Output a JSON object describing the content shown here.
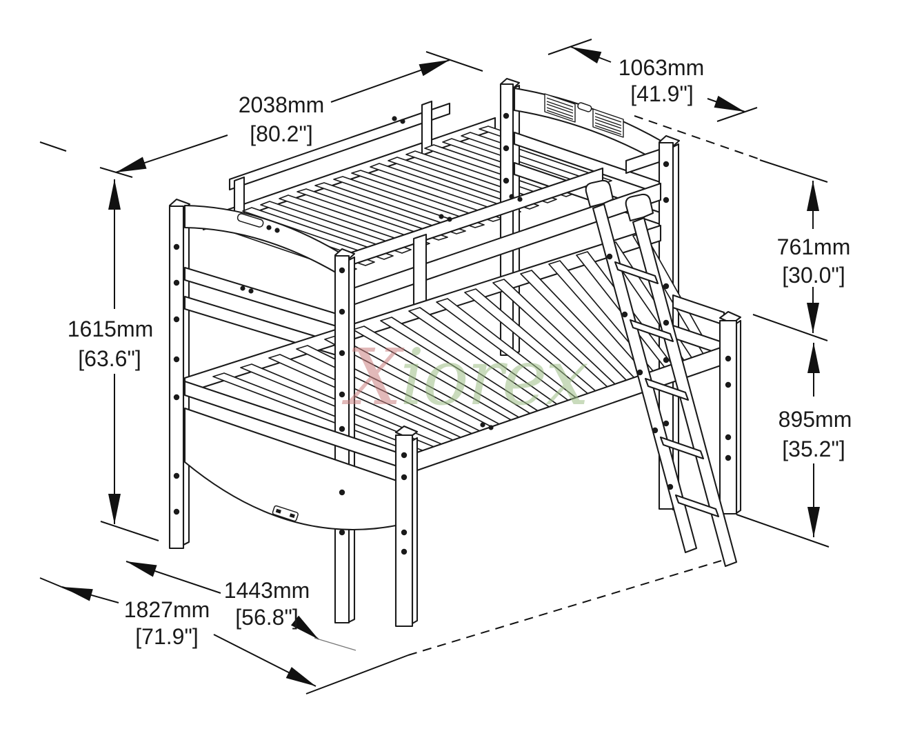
{
  "diagram": {
    "title": "Twin over full bunk bed dimension drawing",
    "watermark": {
      "prefix": "X",
      "suffix": "iorex"
    },
    "colors": {
      "line": "#1a1a1a",
      "dimension": "#111111",
      "watermark_x": "#cb7f7f",
      "watermark_rest": "#9cbd85"
    },
    "dimensions": {
      "length": {
        "mm": "2038mm",
        "inch": "[80.2\"]"
      },
      "upper_width": {
        "mm": "1063mm",
        "inch": "[41.9\"]"
      },
      "upper_clearance israe": "",
      "upper_clearance": {
        "mm": "761mm",
        "inch": "[30.0\"]"
      },
      "lower_height": {
        "mm": "895mm",
        "inch": "[35.2\"]"
      },
      "overall_height": {
        "mm": "1615mm",
        "inch": "[63.6\"]"
      },
      "lower_width": {
        "mm": "1443mm",
        "inch": "[56.8\"]"
      },
      "overall_depth": {
        "mm": "1827mm",
        "inch": "[71.9\"]"
      }
    }
  }
}
